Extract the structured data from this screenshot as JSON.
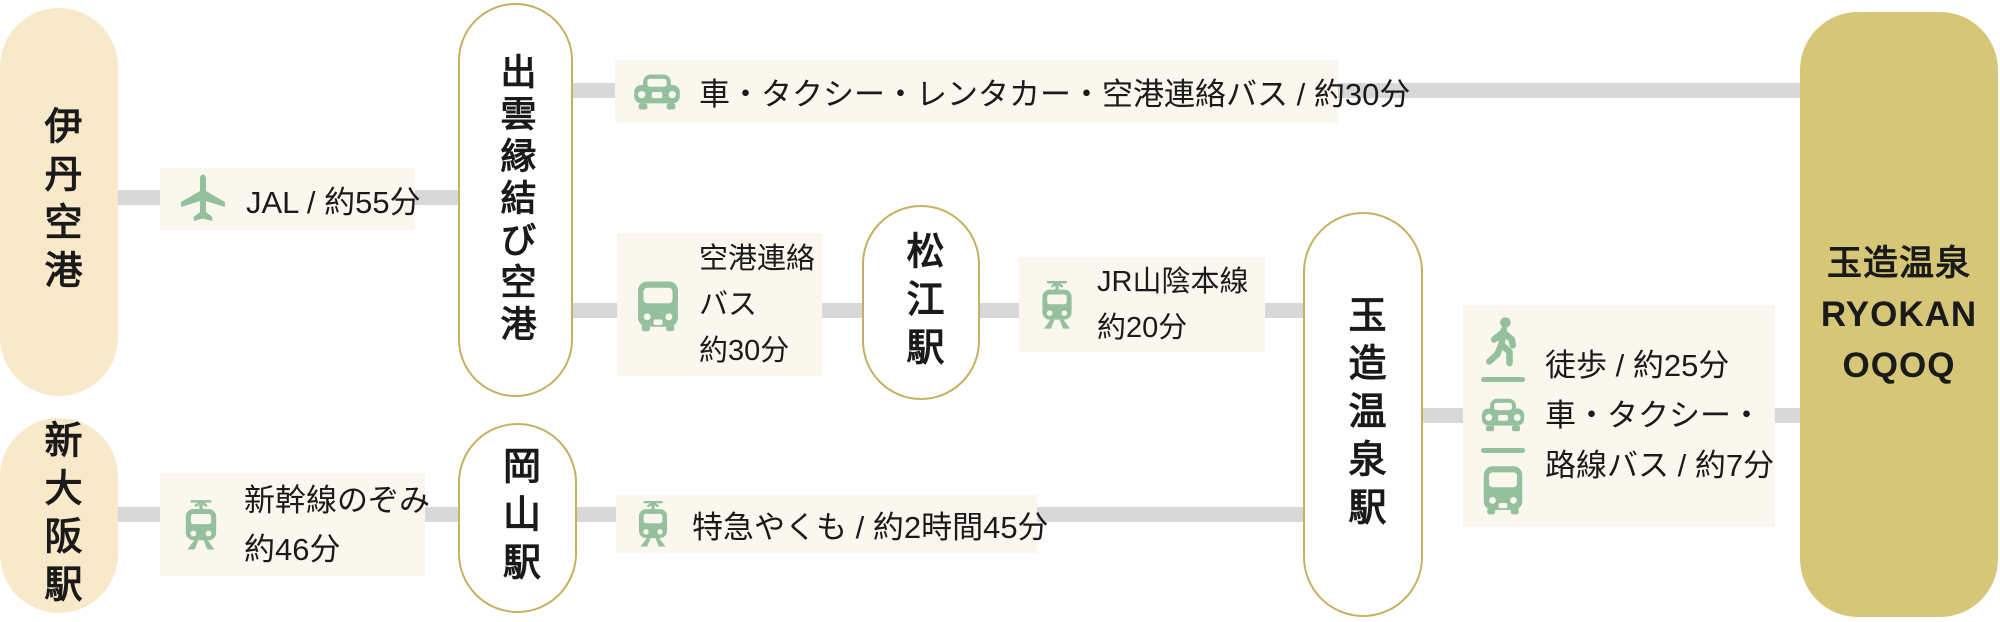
{
  "nodes": {
    "itami": {
      "label": "伊丹空港"
    },
    "shin_osaka": {
      "label": "新大阪駅"
    },
    "izumo": {
      "label": "出雲縁結び空港"
    },
    "matsue": {
      "label": "松江駅"
    },
    "okayama": {
      "label": "岡山駅"
    },
    "tamatsukuri_station": {
      "label": "玉造温泉駅"
    },
    "destination": {
      "lines": [
        "玉造温泉",
        "RYOKAN",
        "OQOQ"
      ]
    }
  },
  "legs": {
    "jal": {
      "icon": "airplane",
      "text": "JAL / 約55分"
    },
    "top_route": {
      "icon": "car",
      "text": "車・タクシー・レンタカー・空港連絡バス / 約30分"
    },
    "airport_bus": {
      "icon": "bus",
      "lines": [
        "空港連絡",
        "バス",
        "約30分"
      ]
    },
    "jr_sanin": {
      "icon": "train",
      "lines": [
        "JR山陰本線",
        "約20分"
      ]
    },
    "nozomi": {
      "icon": "train",
      "lines": [
        "新幹線のぞみ",
        "約46分"
      ]
    },
    "yakumo": {
      "icon": "train",
      "text": "特急やくも / 約2時間45分"
    },
    "final_leg": {
      "icons": [
        "walk",
        "car",
        "bus"
      ],
      "lines": [
        "徒歩 / 約25分",
        "車・タクシー・",
        "路線バス / 約7分"
      ]
    }
  },
  "colors": {
    "accent_green": "#95c09d",
    "origin_beige": "#f8e9cb",
    "destination_gold": "#d6c778",
    "pill_border_gold": "#c6b162",
    "label_cream": "#faf8ee",
    "rail_grey": "#d8d8d8",
    "text": "#1a1a1a"
  }
}
